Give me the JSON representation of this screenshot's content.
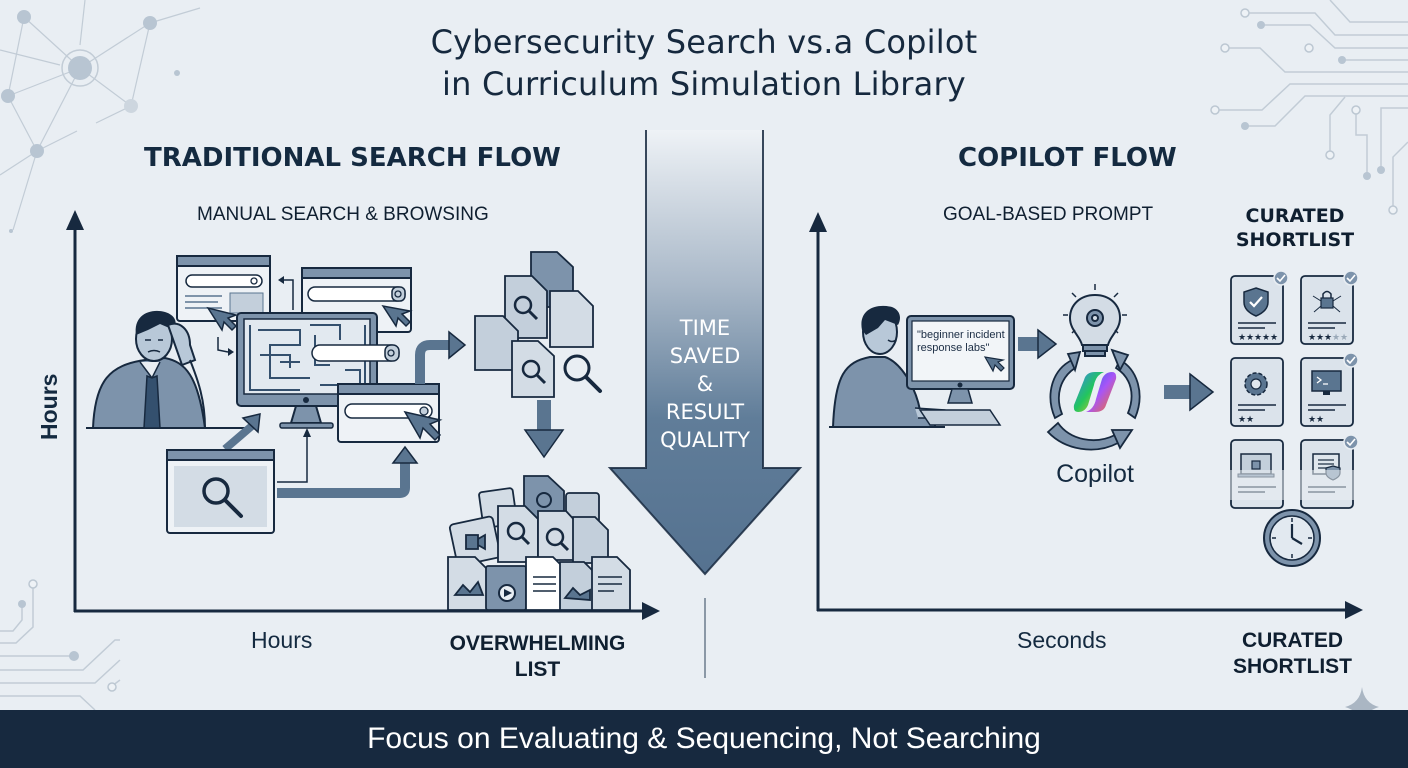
{
  "title": {
    "line1": "Cybersecurity Search vs.a Copilot",
    "line2": "in Curriculum Simulation Library"
  },
  "left_panel": {
    "heading": "TRADITIONAL SEARCH FLOW",
    "subheading": "MANUAL SEARCH & BROWSING",
    "y_axis_label": "Hours",
    "x_axis_label": "Hours",
    "x_axis_end_label": [
      "OVERWHELMING",
      "LIST"
    ],
    "icons": [
      "frustrated-user-icon",
      "browser-window-icon",
      "maze-monitor-icon",
      "search-bar-icon",
      "cursor-icon",
      "document-stack-icon",
      "magnifier-icon",
      "media-file-pile-icon"
    ]
  },
  "center_arrow": {
    "lines": [
      "TIME",
      "SAVED",
      "&",
      "RESULT",
      "QUALITY"
    ]
  },
  "right_panel": {
    "heading": "COPILOT FLOW",
    "subheading": "GOAL-BASED PROMPT",
    "shortlist_heading": [
      "CURATED",
      "SHORTLIST"
    ],
    "prompt_text": "\"beginner incident response labs\"",
    "copilot_label": "Copilot",
    "x_axis_label": "Seconds",
    "x_axis_end_label": [
      "CURATED",
      "SHORTLIST"
    ],
    "cards": [
      {
        "icon": "shield-check-icon",
        "rating": 5,
        "checked": true
      },
      {
        "icon": "network-lock-icon",
        "rating": 3,
        "checked": true
      },
      {
        "icon": "gear-icon",
        "rating": 2,
        "checked": false
      },
      {
        "icon": "terminal-monitor-icon",
        "rating": 2,
        "checked": true
      },
      {
        "icon": "laptop-lock-icon",
        "rating": 0,
        "checked": false
      },
      {
        "icon": "window-shield-icon",
        "rating": 0,
        "checked": true
      }
    ],
    "rating_max": 5
  },
  "footer": {
    "text": "Focus on Evaluating & Sequencing, Not Searching"
  },
  "colors": {
    "navy": "#17293f",
    "slate": "#5a7590",
    "light_slate": "#c8d3de",
    "background": "#e9eef3"
  }
}
